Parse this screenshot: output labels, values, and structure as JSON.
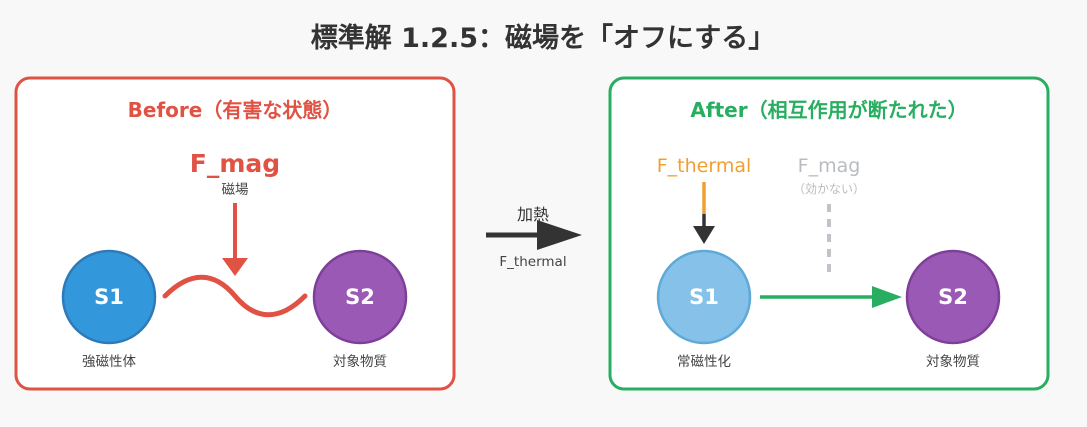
{
  "title": "標準解 1.2.5：磁場を「オフにする」",
  "colors": {
    "red": "#e05244",
    "green": "#27ae60",
    "blue": "#3398db",
    "light_blue": "#85c1e9",
    "purple": "#9b59b6",
    "orange": "#f0a030",
    "gray": "#c0c4c8",
    "dark": "#333333"
  },
  "before": {
    "title": "Before（有害な状態）",
    "field_label": "F_mag",
    "field_sub": "磁場",
    "s1": {
      "label": "S1",
      "caption": "強磁性体"
    },
    "s2": {
      "label": "S2",
      "caption": "対象物質"
    }
  },
  "middle": {
    "top": "加熱",
    "bottom": "F_thermal"
  },
  "after": {
    "title": "After（相互作用が断たれた）",
    "thermal_label": "F_thermal",
    "field_label": "F_mag",
    "field_sub": "（効かない）",
    "s1": {
      "label": "S1",
      "caption": "常磁性化"
    },
    "s2": {
      "label": "S2",
      "caption": "対象物質"
    }
  }
}
